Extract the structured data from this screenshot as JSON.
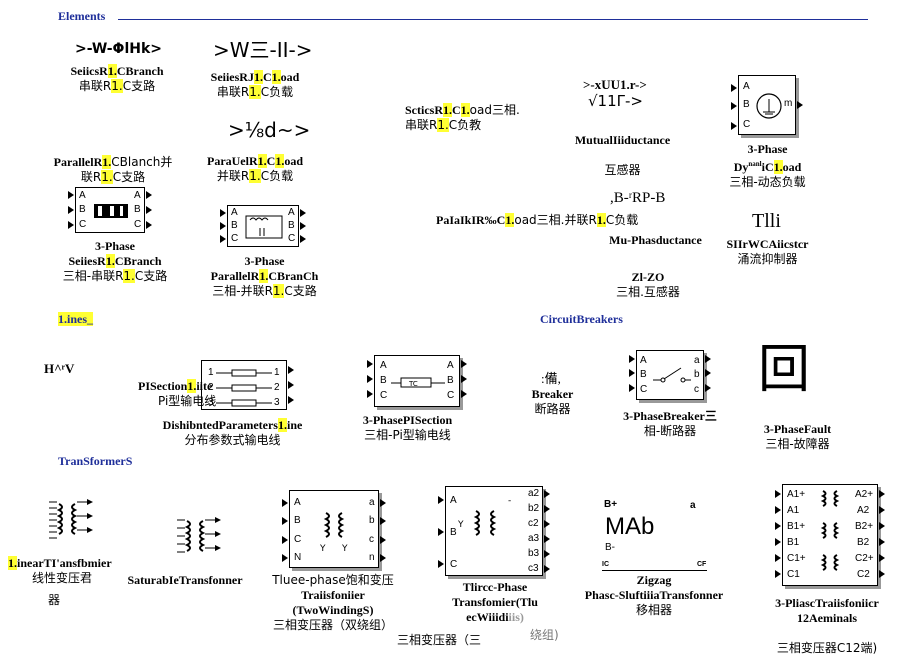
{
  "sections": {
    "elements": "Elements",
    "lines": "1.ines_",
    "breakers": "CircuitBreakers",
    "transformers": "TranSformerS"
  },
  "symbols": {
    "s1": ">-W-ΦlHk>",
    "s2": ">W三-II->",
    "s3": ">⅛d~>",
    "s4a": ">-xUU1.r->",
    "s4b": "√11Γ->",
    "s5": ",B-ʳRP-B",
    "s6": "Tlli",
    "s7": "H^ʳV",
    "s8": ":備,",
    "s9": "回",
    "s10": "MAb",
    "zig_bp": "B+",
    "zig_a": "a",
    "zig_bm": "B-",
    "zig_ic": "IC",
    "zig_cf": "CF"
  },
  "labels": {
    "series_rlc_branch": {
      "a": "SeiicsR",
      "hl": "1.",
      "b": "CBranch",
      "cn": "串联R",
      "cnhl": "1.",
      "cnb": "C支路"
    },
    "series_rlc_load": {
      "a": "SeiiesRJ",
      "hl": "1.",
      "m": "C",
      "hl2": "1.",
      "b": "oad",
      "cn": "串联R",
      "cnhl": "1.",
      "cnb": "C负载"
    },
    "series_rlc_load3": {
      "a": "ScticsR",
      "hl": "1.",
      "m": "C",
      "hl2": "1.",
      "b": "oad三相.",
      "cn": "串联R",
      "cnhl": "1.",
      "cnb": "C负教"
    },
    "mutual": {
      "en": "MutualIiiductance",
      "cn": "互感器"
    },
    "dyn3": {
      "l1": "3-Phase",
      "a": "Dy",
      "sup": "nanl",
      "b": "iC",
      "hl": "1.",
      "c": "oad",
      "cn": "三相-动态负载"
    },
    "parallel_branch": {
      "a": "ParallelR",
      "hl": "1.",
      "b": "CBlanch并",
      "cn": "联R",
      "cnhl": "1.",
      "cnb": "C支路"
    },
    "parallel_load": {
      "a": "ParaUelR",
      "hl": "1.",
      "m": "C",
      "hl2": "1.",
      "b": "oad",
      "cn": "并联R",
      "cnhl": "1.",
      "cnb": "C负载"
    },
    "parallel_load3": {
      "a": "PaIaIkIR‰C",
      "hl": "1.",
      "b": "oad三相.并联R",
      "hl2": "1.",
      "c": "C负载"
    },
    "mutual3": {
      "en": "Mu-Phasductance"
    },
    "surge": {
      "en": "SIIrWCAiicstcr",
      "cn": "涌流抑制器"
    },
    "branch3": {
      "l1": "3-Phase",
      "a": "SeiiesR",
      "hl": "1.",
      "b": "CBranch",
      "cn": "三相-串联R",
      "cnhl": "1.",
      "cnb": "C支路"
    },
    "parbranch3": {
      "l1": "3-Phase",
      "a": "ParallelR",
      "hl": "1.",
      "b": "CBranCh",
      "cn": "三相-并联R",
      "cnhl": "1.",
      "cnb": "C支路"
    },
    "zl": {
      "en": "Zl-ZO",
      "cn": "三相.互感器"
    },
    "pi_line": {
      "a": "PISection",
      "hl": "1.",
      "b": "iite",
      "cn": "Pi型输电线"
    },
    "dist_line": {
      "a": "DishibntedParameters",
      "hl": "1.",
      "b": "ine",
      "cn": "分布参数式输电线"
    },
    "pi3": {
      "en": "3-PhasePISection",
      "cn": "三相-Pi型输电线"
    },
    "breaker": {
      "en": "Breaker",
      "cn": "断路器"
    },
    "breaker3": {
      "en": "3-PhaseBreaker三",
      "cn": "相-断路器"
    },
    "fault3": {
      "en": "3-PhaseFault",
      "cn": "三相-故障器"
    },
    "lin_tr": {
      "hl": "1.",
      "a": "inearTI'ansfbmier",
      "cn": "线性变压君"
    },
    "cn_qi": {
      "cn": "器"
    },
    "sat_tr": {
      "en": "SaturabIeTransfonner"
    },
    "tri_tr": {
      "a": "Tluee-phase饱和变压",
      "b": "Traiisfoniier",
      "c": "(TwoWindingS)",
      "cn": "三相变压器（双绕组）"
    },
    "three_tr": {
      "a": "Tlircc-Phase",
      "b": "Transfomier(Tlu",
      "c": "ecWiiidi",
      "d": "iis)",
      "cn": "三相变压器（三",
      "cn2": "绕组)"
    },
    "zigzag": {
      "a": "Zigzag",
      "b": "Phasc-SluftiiiaTransfonner",
      "cn": "移相器"
    },
    "twelve": {
      "a": "3-PliascTraiisfoniicr",
      "b": "12Aeminals",
      "cn": "三相变压器C12端)"
    }
  }
}
